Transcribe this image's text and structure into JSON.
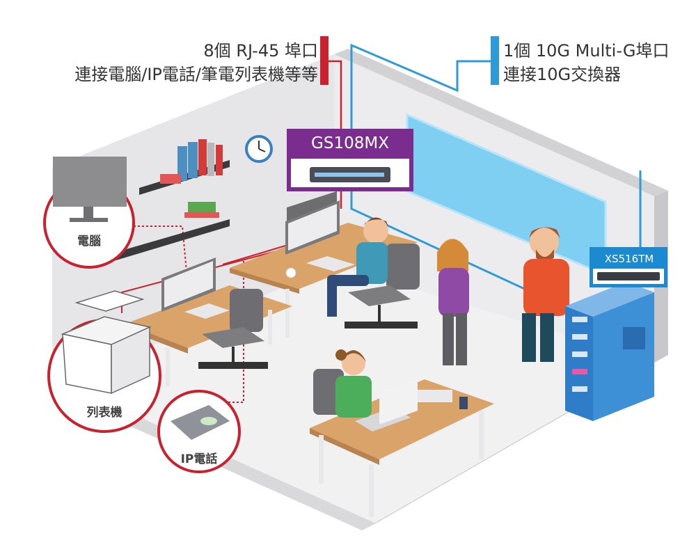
{
  "captions": {
    "left_line1": "8個 RJ-45 埠口",
    "left_line2": "連接電腦/IP電話/筆電列表機等等",
    "right_line1": "1個 10G Multi-G埠口",
    "right_line2": "連接10G交換器"
  },
  "devices": {
    "switch_gs": "GS108MX",
    "switch_xs": "XS516TM"
  },
  "callouts": {
    "computer": "電腦",
    "printer": "列表機",
    "ip_phone": "IP電話"
  },
  "colors": {
    "ethernet_line": "#c9212e",
    "multig_line": "#2f9ad9",
    "gs_box": "#7b2c8f",
    "xs_box": "#1b8ad0",
    "desk_top": "#d9a36a",
    "callout_ring": "#c9212e",
    "server_rack": "#3d8fd6"
  }
}
